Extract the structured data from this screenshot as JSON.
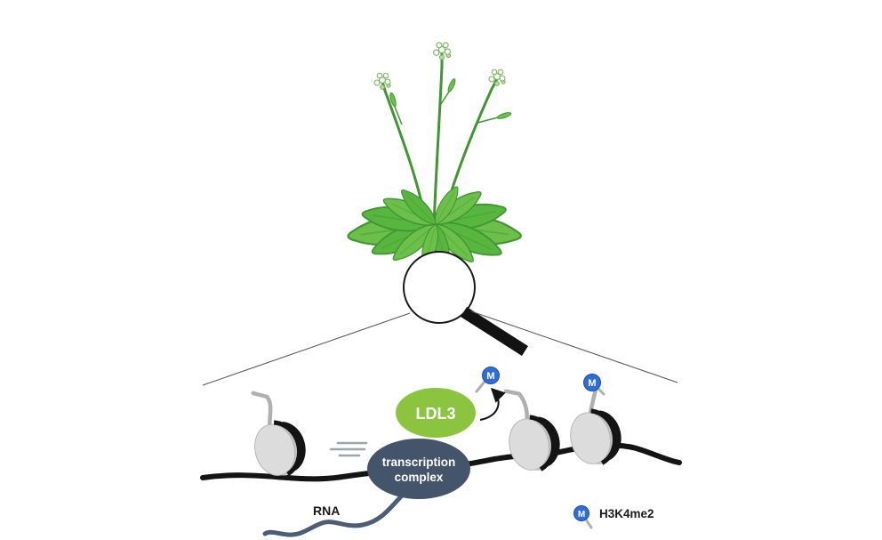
{
  "labels": {
    "ldl3": "LDL3",
    "transcription_complex_line1": "transcription",
    "transcription_complex_line2": "complex",
    "rna": "RNA",
    "methyl_letter": "M",
    "legend_methyl": "H3K4me2"
  },
  "colors": {
    "plant_green": "#6cc04a",
    "plant_green_alt": "#58b63e",
    "plant_dark_green": "#3f9632",
    "plant_light_green": "#b6dd8f",
    "flower_white": "#f4f9ef",
    "ldl3_green": "#8bc53f",
    "complex_slate": "#44546a",
    "methyl_blue": "#2e6ed6",
    "nucleosome_gray": "#dcdcdc",
    "nucleosome_shadow": "#c3c3c3",
    "tail_gray": "#b0b0b0",
    "dna_black": "#141414",
    "rna_slate": "#4d5d73",
    "line_gray": "#9aa5ad"
  }
}
